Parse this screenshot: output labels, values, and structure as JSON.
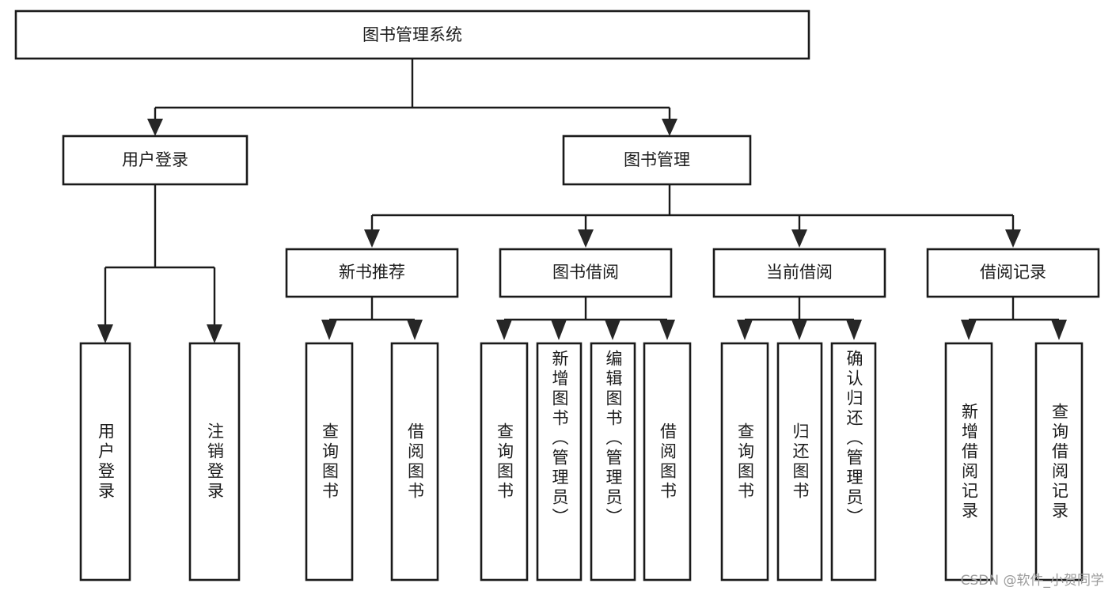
{
  "diagram": {
    "type": "tree-hierarchy",
    "title": "图书管理系统",
    "orientation": "top-down",
    "colors": {
      "box_fill": "#ffffff",
      "box_stroke": "#1a1a1a",
      "text": "#1c1c1c",
      "connector": "#1a1a1a",
      "watermark": "#9b9b9b",
      "background": "#ffffff"
    },
    "root": {
      "label": "图书管理系统"
    },
    "level2": [
      {
        "id": "user-login",
        "label": "用户登录"
      },
      {
        "id": "book-manage",
        "label": "图书管理"
      }
    ],
    "level3": [
      {
        "id": "new-book-recommend",
        "label": "新书推荐",
        "parent": "book-manage"
      },
      {
        "id": "book-borrow",
        "label": "图书借阅",
        "parent": "book-manage"
      },
      {
        "id": "current-borrow",
        "label": "当前借阅",
        "parent": "book-manage"
      },
      {
        "id": "borrow-record",
        "label": "借阅记录",
        "parent": "book-manage"
      }
    ],
    "leaves": {
      "user-login": [
        {
          "id": "leaf-user-login",
          "label": "用户登录",
          "align": "center"
        },
        {
          "id": "leaf-user-logout",
          "label": "注销登录",
          "align": "center"
        }
      ],
      "new-book-recommend": [
        {
          "id": "leaf-query-book-1",
          "label": "查询图书",
          "align": "center"
        },
        {
          "id": "leaf-borrow-book-1",
          "label": "借阅图书",
          "align": "center"
        }
      ],
      "book-borrow": [
        {
          "id": "leaf-query-book-2",
          "label": "查询图书",
          "align": "center"
        },
        {
          "id": "leaf-add-book",
          "label": "新增图书（管理员）",
          "align": "top"
        },
        {
          "id": "leaf-edit-book",
          "label": "编辑图书（管理员）",
          "align": "top"
        },
        {
          "id": "leaf-borrow-book-2",
          "label": "借阅图书",
          "align": "center"
        }
      ],
      "current-borrow": [
        {
          "id": "leaf-query-book-3",
          "label": "查询图书",
          "align": "center"
        },
        {
          "id": "leaf-return-book",
          "label": "归还图书",
          "align": "center"
        },
        {
          "id": "leaf-confirm-return",
          "label": "确认归还（管理员）",
          "align": "top"
        }
      ],
      "borrow-record": [
        {
          "id": "leaf-add-record",
          "label": "新增借阅记录",
          "align": "center"
        },
        {
          "id": "leaf-query-record",
          "label": "查询借阅记录",
          "align": "center"
        }
      ]
    },
    "watermark": "CSDN @软件_小贺同学"
  }
}
